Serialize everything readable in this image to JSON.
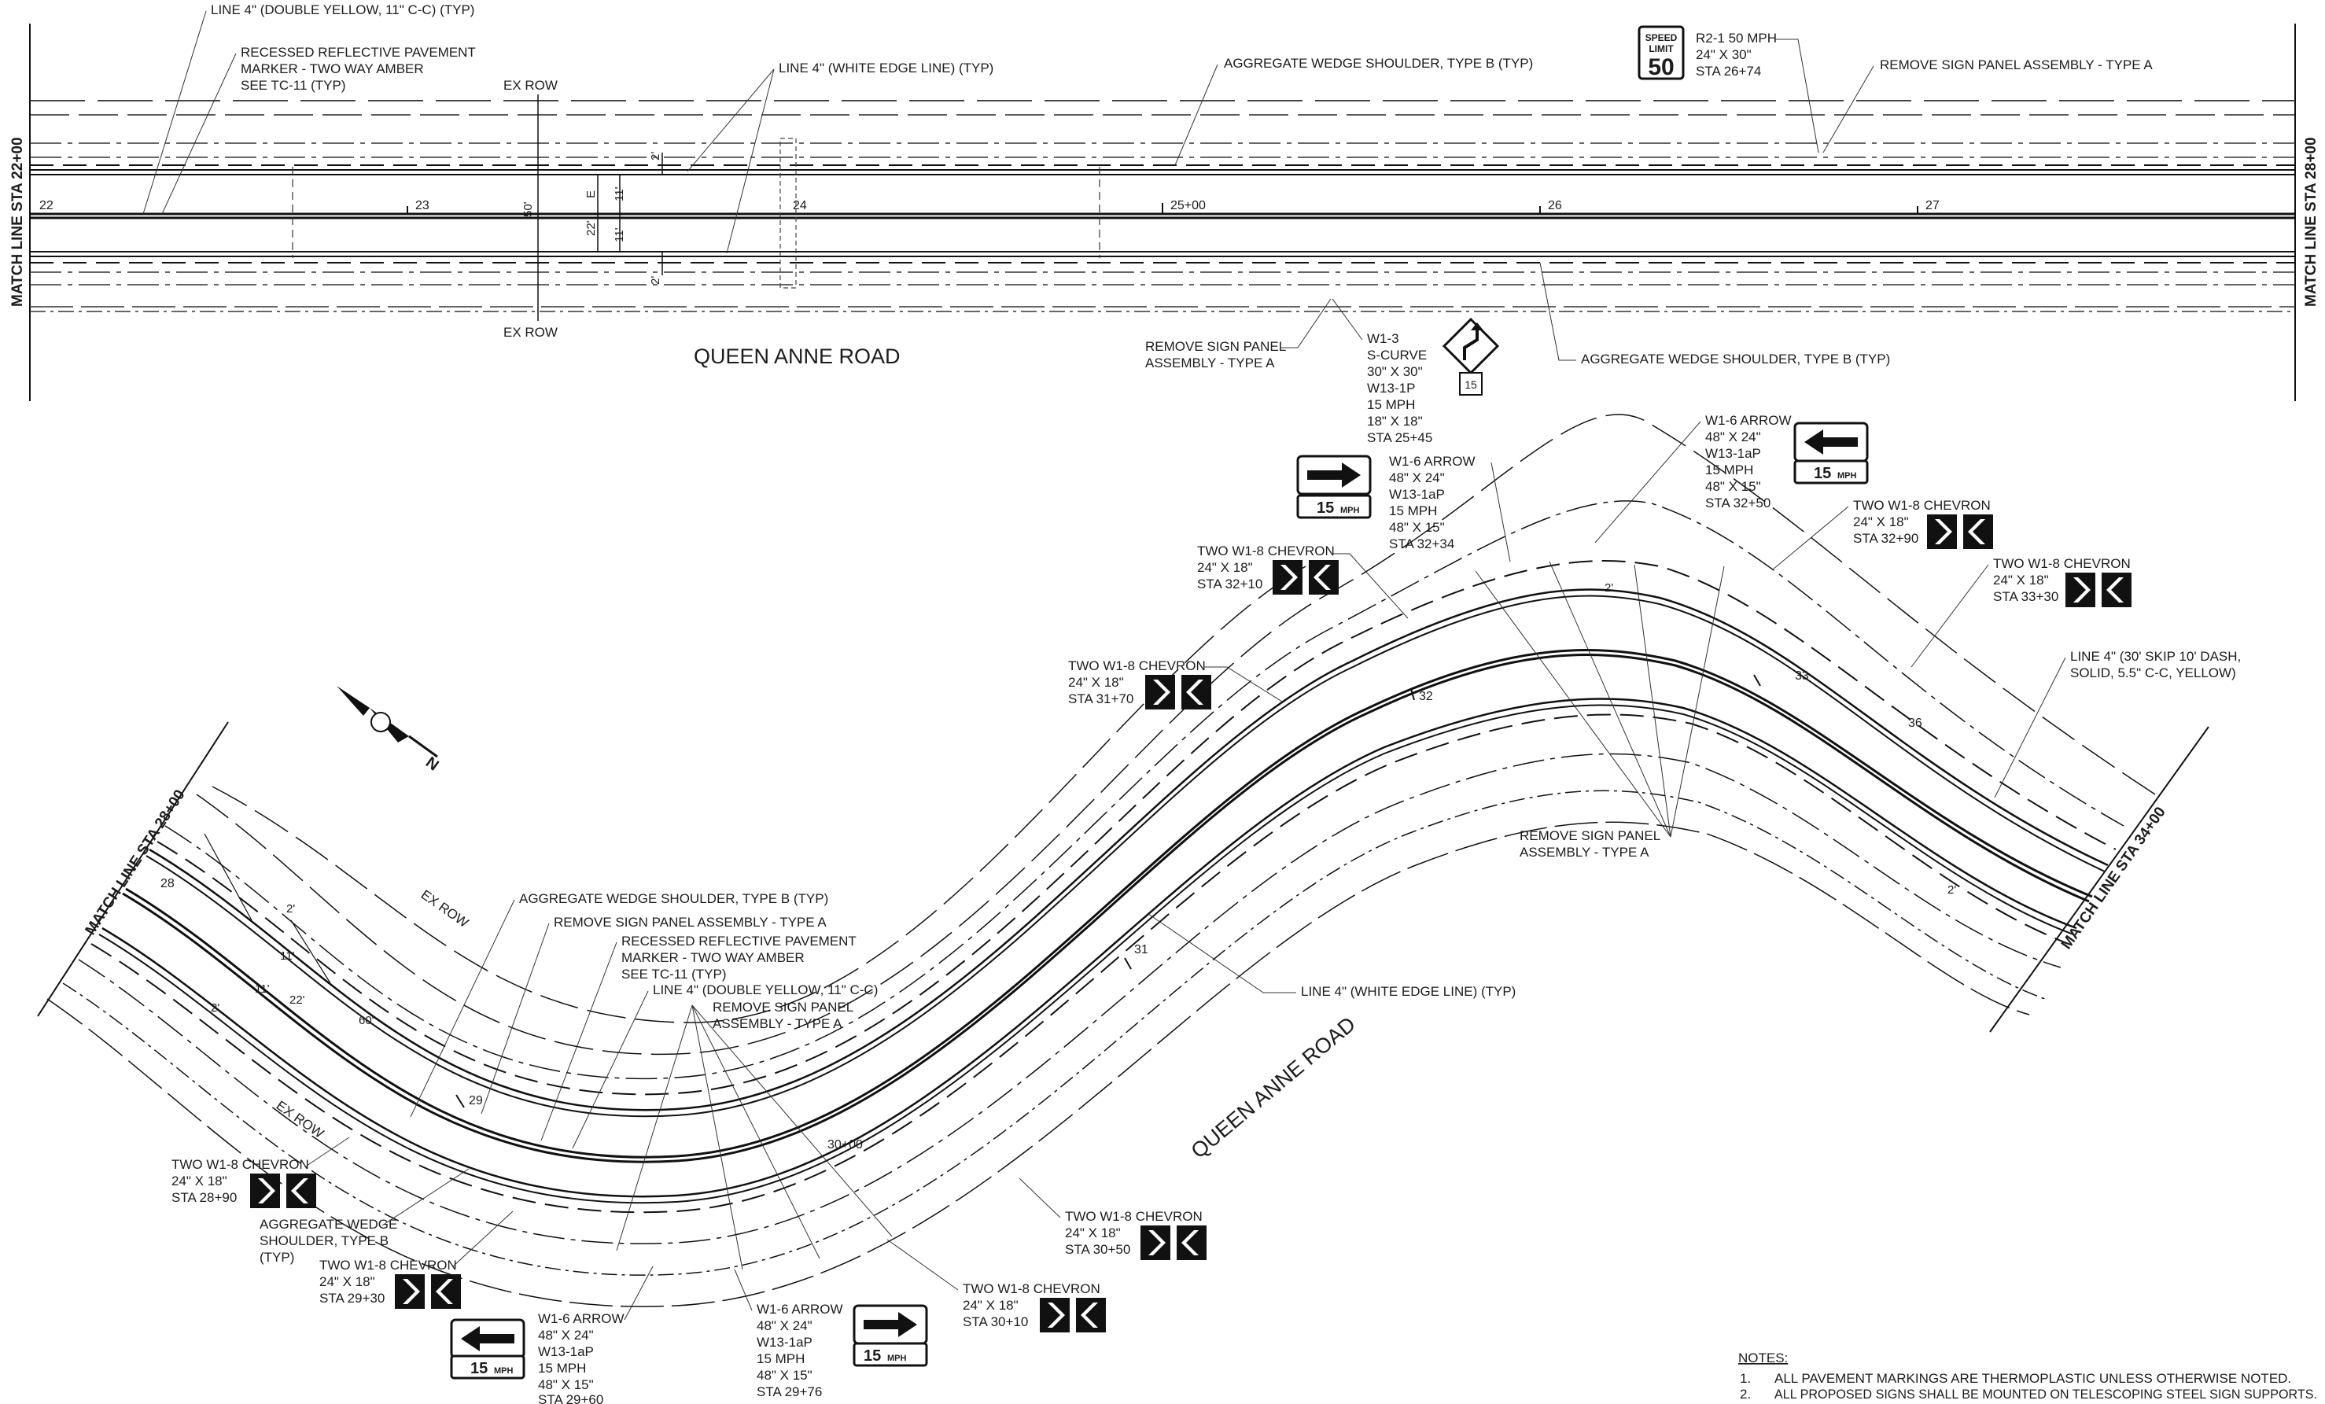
{
  "road_name": "QUEEN ANNE ROAD",
  "match_lines": {
    "left": "MATCH LINE STA 22+00",
    "right": "MATCH LINE STA 28+00",
    "lower_left": "MATCH LINE STA 28+00",
    "lower_right": "MATCH LINE STA 34+00"
  },
  "upper": {
    "ex_row": "EX ROW",
    "stations": [
      "22",
      "23",
      "24",
      "25+00",
      "26",
      "27"
    ],
    "dims": {
      "lane_left": "11'",
      "lane_right": "11'",
      "total": "22'",
      "row": "50'",
      "shoulder_top": "2'",
      "shoulder_bottom": "2'",
      "centerline": "E"
    },
    "callouts": {
      "double_yellow": "LINE 4\" (DOUBLE YELLOW, 11\" C-C) (TYP)",
      "rrpm": [
        "RECESSED REFLECTIVE PAVEMENT",
        "MARKER - TWO WAY AMBER",
        "SEE TC-11 (TYP)"
      ],
      "white_edge": "LINE 4\" (WHITE EDGE LINE) (TYP)",
      "wedge_top": "AGGREGATE WEDGE SHOULDER, TYPE B (TYP)",
      "speed_sign": [
        "R2-1 50 MPH",
        "24\" X 30\"",
        "STA 26+74"
      ],
      "remove_top": "REMOVE SIGN PANEL ASSEMBLY - TYPE A",
      "remove_mid": [
        "REMOVE SIGN PANEL",
        "ASSEMBLY - TYPE A"
      ],
      "w13": [
        "W1-3",
        "S-CURVE",
        "30\" X 30\"",
        "W13-1P",
        "15 MPH",
        "18\" X 18\"",
        "STA 25+45"
      ],
      "wedge_mid": "AGGREGATE WEDGE SHOULDER, TYPE B (TYP)"
    },
    "speed_limit_sign": {
      "top": "SPEED",
      "mid": "LIMIT",
      "value": "50"
    },
    "plaque_small": "15"
  },
  "lower": {
    "stations": [
      "28",
      "29",
      "30+00",
      "31",
      "32",
      "33",
      "36"
    ],
    "ex_row_a": "EX ROW",
    "ex_row_b": "EX ROW",
    "dims": {
      "a": "2'",
      "b": "11'",
      "c": "11'",
      "d": "22'",
      "e": "60'",
      "f": "2'",
      "g": "2'",
      "h": "2'"
    },
    "callouts": {
      "w16_3234": [
        "W1-6 ARROW",
        "48\" X 24\"",
        "W13-1aP",
        "15 MPH",
        "48\" X 15\"",
        "STA 32+34"
      ],
      "w16_3250": [
        "W1-6 ARROW",
        "48\" X 24\"",
        "W13-1aP",
        "15 MPH",
        "48\" X 15\"",
        "STA 32+50"
      ],
      "chev_3210": [
        "TWO W1-8 CHEVRON",
        "24\" X 18\"",
        "STA 32+10"
      ],
      "chev_3290": [
        "TWO W1-8 CHEVRON",
        "24\" X 18\"",
        "STA 32+90"
      ],
      "chev_3330": [
        "TWO W1-8 CHEVRON",
        "24\" X 18\"",
        "STA 33+30"
      ],
      "chev_3170": [
        "TWO W1-8 CHEVRON",
        "24\" X 18\"",
        "STA 31+70"
      ],
      "line_yellow": [
        "LINE 4\" (30' SKIP 10' DASH,",
        "SOLID, 5.5\" C-C, YELLOW)"
      ],
      "remove_right": [
        "REMOVE SIGN PANEL",
        "ASSEMBLY - TYPE A"
      ],
      "wedge_left": "AGGREGATE WEDGE SHOULDER, TYPE B (TYP)",
      "remove_left_top": "REMOVE SIGN PANEL ASSEMBLY - TYPE A",
      "rrpm": [
        "RECESSED REFLECTIVE PAVEMENT",
        "MARKER - TWO WAY AMBER",
        "SEE TC-11 (TYP)"
      ],
      "double_yellow": "LINE 4\" (DOUBLE YELLOW, 11\" C-C)",
      "remove_left": [
        "REMOVE SIGN PANEL",
        "ASSEMBLY - TYPE A"
      ],
      "white_edge": "LINE 4\" (WHITE EDGE LINE) (TYP)",
      "chev_2890": [
        "TWO W1-8 CHEVRON",
        "24\" X 18\"",
        "STA 28+90"
      ],
      "wedge_low": [
        "AGGREGATE WEDGE",
        "SHOULDER, TYPE B",
        "(TYP)"
      ],
      "chev_2930": [
        "TWO W1-8 CHEVRON",
        "24\" X 18\"",
        "STA 29+30"
      ],
      "w16_2960": [
        "W1-6 ARROW",
        "48\" X 24\"",
        "W13-1aP",
        "15 MPH",
        "48\" X 15\"",
        "STA 29+60"
      ],
      "w16_2976": [
        "W1-6 ARROW",
        "48\" X 24\"",
        "W13-1aP",
        "15 MPH",
        "48\" X 15\"",
        "STA 29+76"
      ],
      "chev_3050": [
        "TWO W1-8 CHEVRON",
        "24\" X 18\"",
        "STA 30+50"
      ],
      "chev_3010": [
        "TWO W1-8 CHEVRON",
        "24\" X 18\"",
        "STA 30+10"
      ]
    },
    "plaque": {
      "speed": "15",
      "unit": "MPH"
    }
  },
  "notes": {
    "title": "NOTES:",
    "items": [
      {
        "num": "1.",
        "text": "ALL PAVEMENT MARKINGS ARE THERMOPLASTIC UNLESS OTHERWISE NOTED."
      },
      {
        "num": "2.",
        "text": "ALL PROPOSED SIGNS SHALL BE MOUNTED ON TELESCOPING STEEL SIGN SUPPORTS."
      }
    ]
  }
}
